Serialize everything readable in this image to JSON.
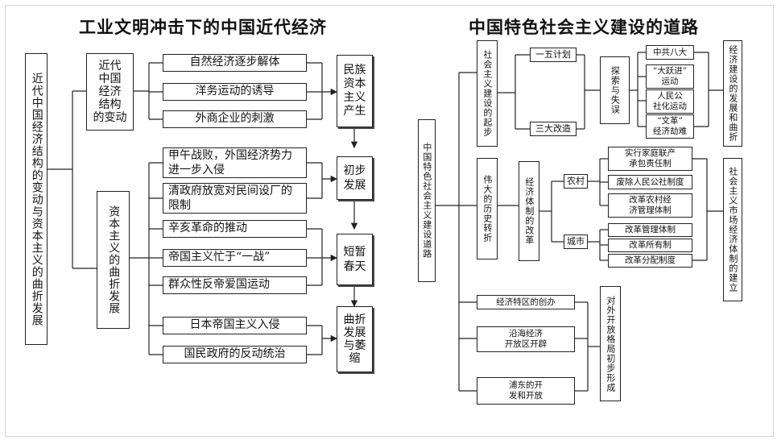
{
  "left": {
    "title": "工业文明冲击下的中国近代经济",
    "root": "近代中国经济结构的变动与资本主义的曲折发展",
    "branch_structure": "近代\n中国\n经济\n结构\n的变动",
    "branch_capitalism": "资本主义的曲折发展",
    "structure_causes": [
      "自然经济逐步解体",
      "洋务运动的诱导",
      "外商企业的刺激"
    ],
    "stage_birth": "民族\n资本\n主义\n产生",
    "dev_causes": [
      "甲午战败，外国经济势力\n进一步入侵",
      "清政府放宽对民间设厂的\n限制"
    ],
    "stage_early": "初步\n发展",
    "spring_causes": [
      "辛亥革命的推动",
      "帝国主义忙于“一战”",
      "群众性反帝爱国运动"
    ],
    "stage_spring": "短暂\n春天",
    "decline_causes": [
      "日本帝国主义入侵",
      "国民政府的反动统治"
    ],
    "stage_decline": "曲折\n发展\n与萎\n缩"
  },
  "right": {
    "title": "中国特色社会主义建设的道路",
    "root": "中国特色社会主义建设道路",
    "road_start": "社会主义建设的起步",
    "five_year": "一五计划",
    "three_reform": "三大改造",
    "explore": "探索与失误",
    "explore_items": [
      "中共八大",
      "“大跃进”\n运动",
      "人民公\n社化运动",
      "“文革”\n经济劫难"
    ],
    "econ_curve": "经济建设的发展和曲折",
    "turning": "伟大的历史转折",
    "reform": "经济体制的改革",
    "rural": "农村",
    "rural_items": [
      "实行家庭联产\n承包责任制",
      "废除人民公社制度",
      "改革农村经\n济管理体制"
    ],
    "urban": "城市",
    "urban_items": [
      "改革管理体制",
      "改革所有制",
      "改革分配制度"
    ],
    "market": "社会主义市场经济体制的建立",
    "opening_items": [
      "经济特区的创办",
      "沿海经济\n开放区开辟",
      "浦东的开\n发和开放"
    ],
    "opening": "对外开放格局初步形成"
  }
}
